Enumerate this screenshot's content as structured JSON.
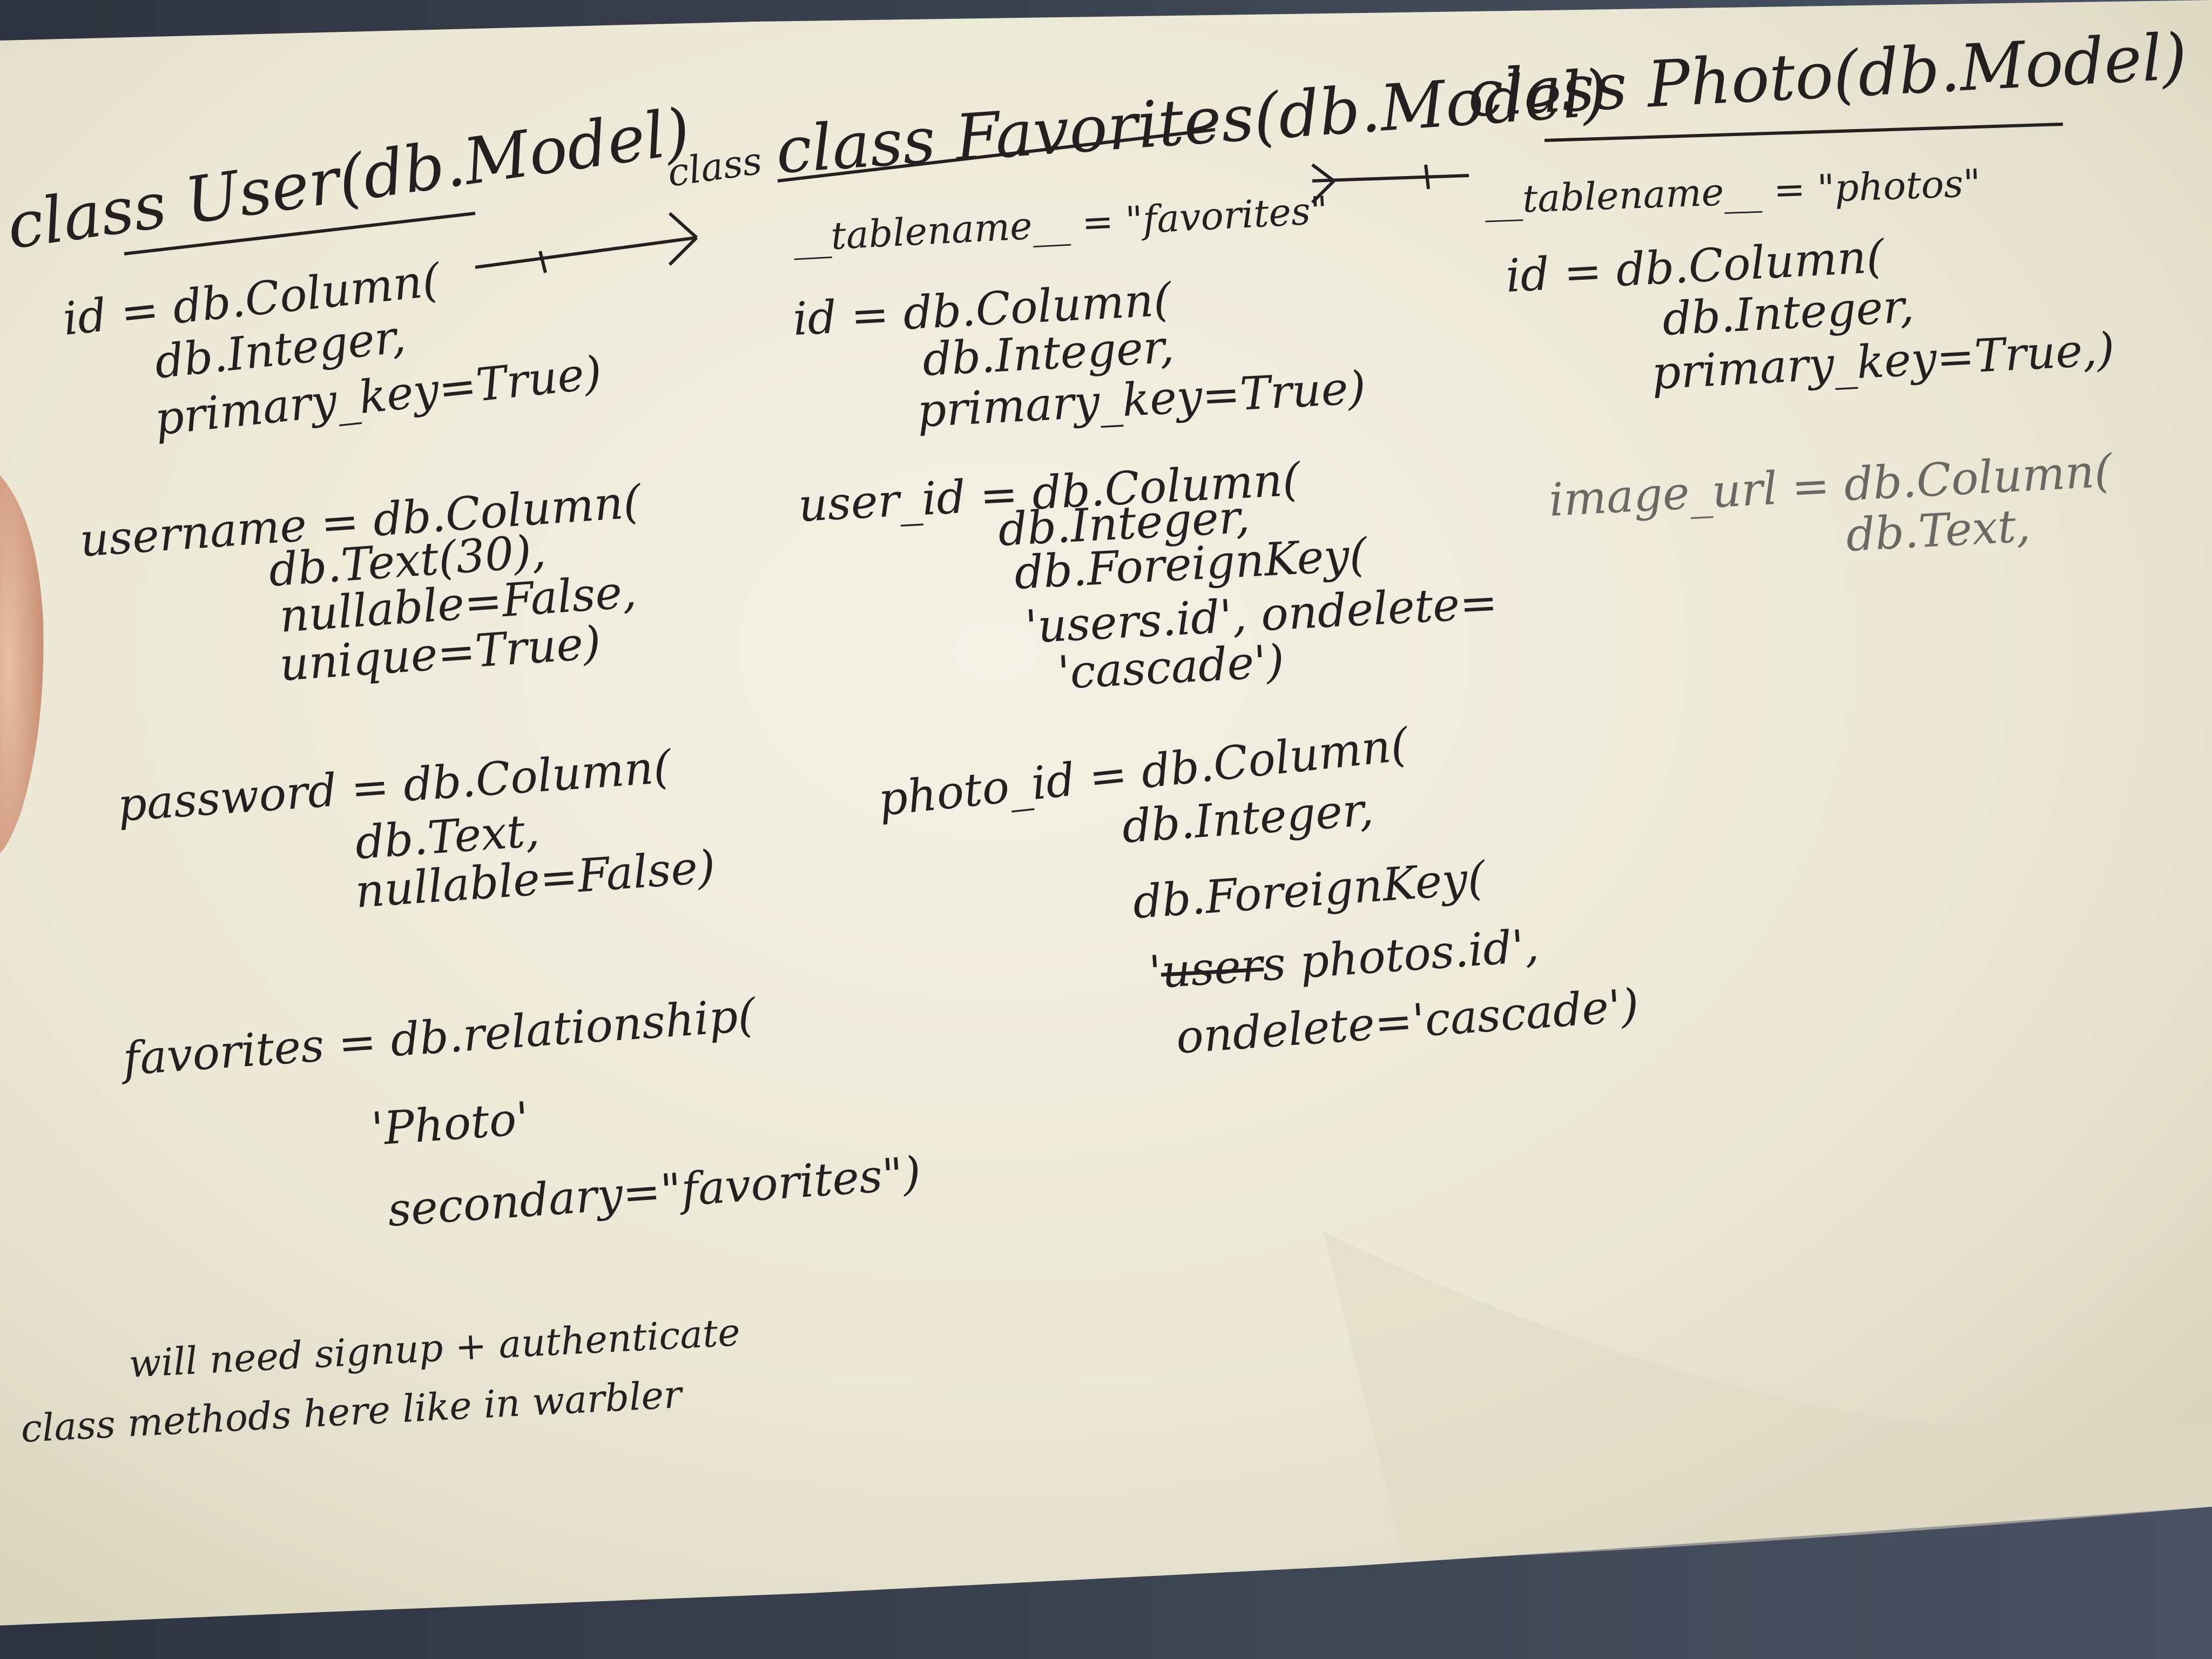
{
  "user_model": {
    "header": "class User(db.Model)",
    "id_lines": [
      "id = db.Column(",
      "db.Integer,",
      "primary_key=True)"
    ],
    "username_lines": [
      "username = db.Column(",
      "db.Text(30),",
      "nullable=False,",
      "unique=True)"
    ],
    "password_lines": [
      "password = db.Column(",
      "db.Text,",
      "nullable=False)"
    ],
    "favorites_lines": [
      "favorites = db.relationship(",
      "'Photo'",
      "secondary=\"favorites\")"
    ],
    "note_lines": [
      "will need signup + authenticate",
      "class methods here like in warbler"
    ]
  },
  "favorites_model": {
    "header": "class Favorites(db.Model)",
    "tablename_line": "__tablename__ = \"favorites\"",
    "id_lines": [
      "id = db.Column(",
      "db.Integer,",
      "primary_key=True)"
    ],
    "user_id_lines": [
      "user_id = db.Column(",
      "db.Integer,",
      "db.ForeignKey(",
      "'users.id', ondelete=",
      "'cascade')"
    ],
    "photo_id_lines": [
      "photo_id = db.Column(",
      "db.Integer,",
      "db.ForeignKey(",
      "'users photos.id',",
      "ondelete='cascade')"
    ]
  },
  "photo_model": {
    "header": "class Photo(db.Model)",
    "tablename_line": "__tablename__ = \"photos\"",
    "id_lines": [
      "id = db.Column(",
      "db.Integer,",
      "primary_key=True,)"
    ],
    "image_url_lines": [
      "image_url = db.Column(",
      "db.Text,"
    ]
  },
  "colors": {
    "paper": "#eceada",
    "paper_shadow": "#d6d3c1",
    "ink": "#23211f",
    "background": "#3c4250",
    "finger": "#d9a98f"
  }
}
